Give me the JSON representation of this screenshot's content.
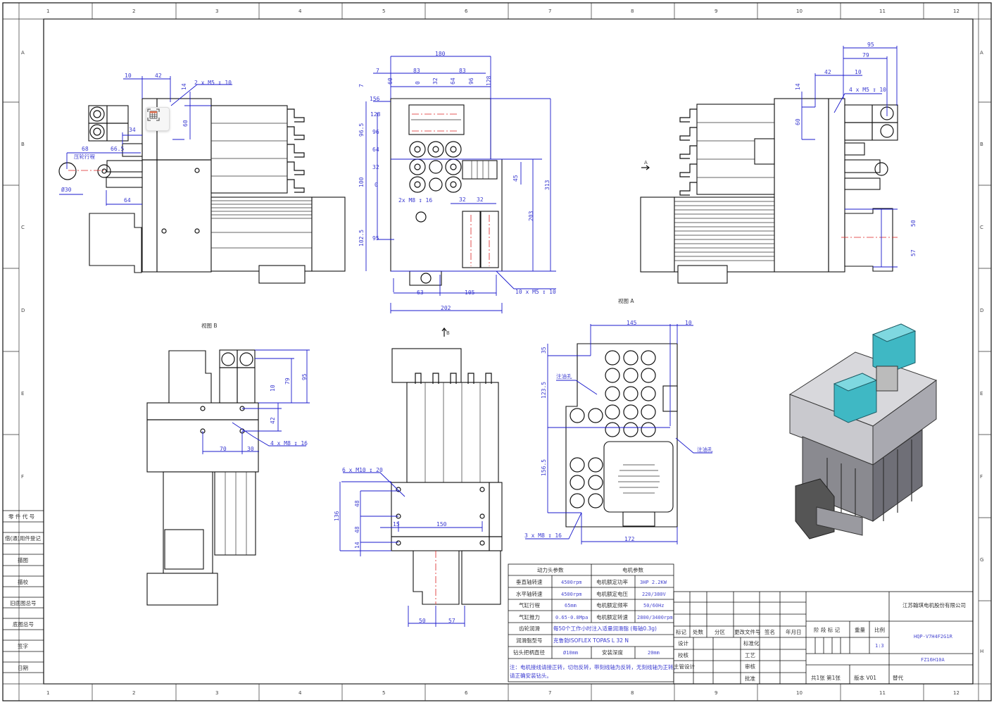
{
  "border": {
    "columns": [
      "1",
      "2",
      "3",
      "4",
      "5",
      "6",
      "7",
      "8",
      "9",
      "10",
      "11",
      "12"
    ],
    "rows": [
      "A",
      "B",
      "C",
      "D",
      "E",
      "F",
      "G",
      "H"
    ]
  },
  "left_panel": {
    "labels": [
      "零 件 代 号",
      "借(通)用件登记",
      "描图",
      "描校",
      "旧底图总号",
      "底图总号",
      "签字",
      "日期"
    ]
  },
  "views": {
    "view_b_label": "视图 B",
    "view_a_label": "视图 A",
    "arrow_a": "A",
    "arrow_b": "B",
    "side_left": {
      "dims": [
        "10",
        "42",
        "2 x M5 ↧ 10",
        "14",
        "60",
        "34",
        "68",
        "66.5",
        "压轮行程",
        "Ø30",
        "64"
      ]
    },
    "top_center": {
      "dims": [
        "180",
        "7",
        "83",
        "83",
        "60",
        "0",
        "32",
        "64",
        "96",
        "128",
        "7",
        "156",
        "128",
        "96",
        "64",
        "32",
        "0",
        "96.5",
        "100",
        "102.5",
        "95",
        "2x M8 ↧ 16",
        "32",
        "32",
        "45",
        "313",
        "203",
        "10 x M5 ↧ 10",
        "63",
        "105",
        "202"
      ]
    },
    "side_right": {
      "dims": [
        "95",
        "79",
        "42",
        "10",
        "4 x M5 ↧ 10",
        "14",
        "60",
        "50",
        "57"
      ]
    },
    "front_left": {
      "dims": [
        "95",
        "79",
        "10",
        "42",
        "4 x M8 ↧ 16",
        "70",
        "30"
      ]
    },
    "front_center": {
      "dims": [
        "6 x M10 ↧ 20",
        "136",
        "48",
        "48",
        "14",
        "15",
        "150",
        "50",
        "57"
      ]
    },
    "bottom_right": {
      "dims": [
        "145",
        "10",
        "35",
        "123.5",
        "156.5",
        "注油孔",
        "注油孔",
        "3 x M8 ↧ 16",
        "172"
      ]
    }
  },
  "param_table": {
    "header_left": "动力头参数",
    "header_right": "电机参数",
    "rows": [
      {
        "k1": "垂直轴转速",
        "v1": "4500rpm",
        "k2": "电机额定功率",
        "v2": "3HP  2.2KW"
      },
      {
        "k1": "水平轴转速",
        "v1": "4500rpm",
        "k2": "电机额定电压",
        "v2": "220/380V"
      },
      {
        "k1": "气缸行程",
        "v1": "65mm",
        "k2": "电机额定频率",
        "v2": "50/60Hz"
      },
      {
        "k1": "气缸推力",
        "v1": "0.65-0.8Mpa",
        "k2": "电机额定转速",
        "v2": "2800/3400rpm"
      }
    ],
    "gear_lube_label": "齿轮润滑",
    "gear_lube_value": "每50个工作小时注入适量润滑脂 (每轴0.3g)",
    "grease_label": "润滑脂型号",
    "grease_value": "克鲁勃ISOFLEX TOPAS L 32 N",
    "chuck_label": "钻头把柄直径",
    "chuck_value": "Ø10mm",
    "depth_label": "安装深度",
    "depth_value": "20mm",
    "note_line1": "注：电机接线请接正转，切勿反转，带刻线轴为反转，无刻线轴为正转。",
    "note_line2": "请正确安装钻头。"
  },
  "title_block": {
    "revision_headers": [
      "标记",
      "处数",
      "分区",
      "更改文件号",
      "签名",
      "年月日"
    ],
    "sign_labels": [
      "设计",
      "校核",
      "主管设计"
    ],
    "sign_labels_right": [
      "标准化",
      "工艺",
      "审核",
      "批准"
    ],
    "stage_mark": "阶 段 标 记",
    "weight": "重量",
    "scale_label": "比例",
    "scale_value": "1:3",
    "company": "江苏翰琪电机股份有限公司",
    "drawing_no": "HQP-V7H4F2G1R",
    "model": "FZ16H10A",
    "sheets": "共1张  第1张",
    "version": "版本  V01",
    "replace": "替代"
  }
}
